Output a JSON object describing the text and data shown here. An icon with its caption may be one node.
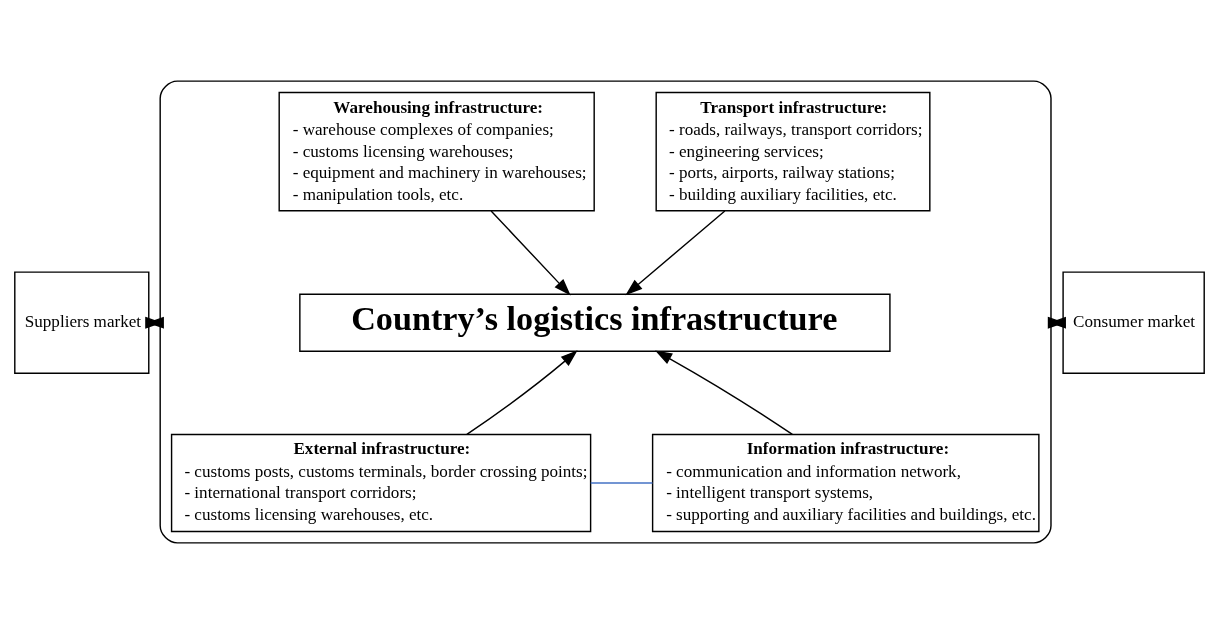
{
  "diagram": {
    "nodes": [
      {
        "text": [],
        "shape": "box"
      },
      {
        "text": [
          "Transport infrastructure:",
          "- roads, railways, transport corridors;",
          "- engineering services;",
          "- ports, airports, railway stations;",
          "- building auxiliary facilities, etc."
        ],
        "in": 0
      },
      {
        "text": [
          "Warehousing infrastructure:",
          "- warehouse complexes of companies;",
          "- customs licensing warehouses;",
          "- equipment and machinery in warehouses;",
          "- manipulation tools, etc."
        ],
        "in": 0
      },
      {
        "text": [
          "Country’s logistics infrastructure"
        ],
        "in": 0
      },
      {
        "text": [
          "External infrastructure:",
          "- customs posts, customs terminals, border crossing points;",
          "- international transport corridors;",
          "- customs licensing warehouses, etc."
        ],
        "in": 0
      },
      {
        "text": [
          "Information infrastructure:",
          "- communication and information network,",
          "- intelligent transport systems,",
          "- supporting and auxiliary facilities and buildings, etc."
        ],
        "in": 0
      },
      {
        "text": [
          "Suppliers market"
        ]
      },
      {
        "text": [
          "Consumer market"
        ]
      }
    ],
    "edges": [
      {
        "from": 1,
        "to": 3,
        "arrow": "to"
      },
      {
        "from": 2,
        "to": 3,
        "arrow": "to"
      },
      {
        "from": 4,
        "to": 3,
        "arrow": "to"
      },
      {
        "from": 5,
        "to": 3,
        "arrow": "to"
      },
      {
        "from": 4,
        "to": 5,
        "arrow": "none",
        "color": "#4472c4"
      },
      {
        "from": 6,
        "to": 0,
        "arrow": "both"
      },
      {
        "from": 0,
        "to": 7,
        "arrow": "both"
      }
    ]
  }
}
